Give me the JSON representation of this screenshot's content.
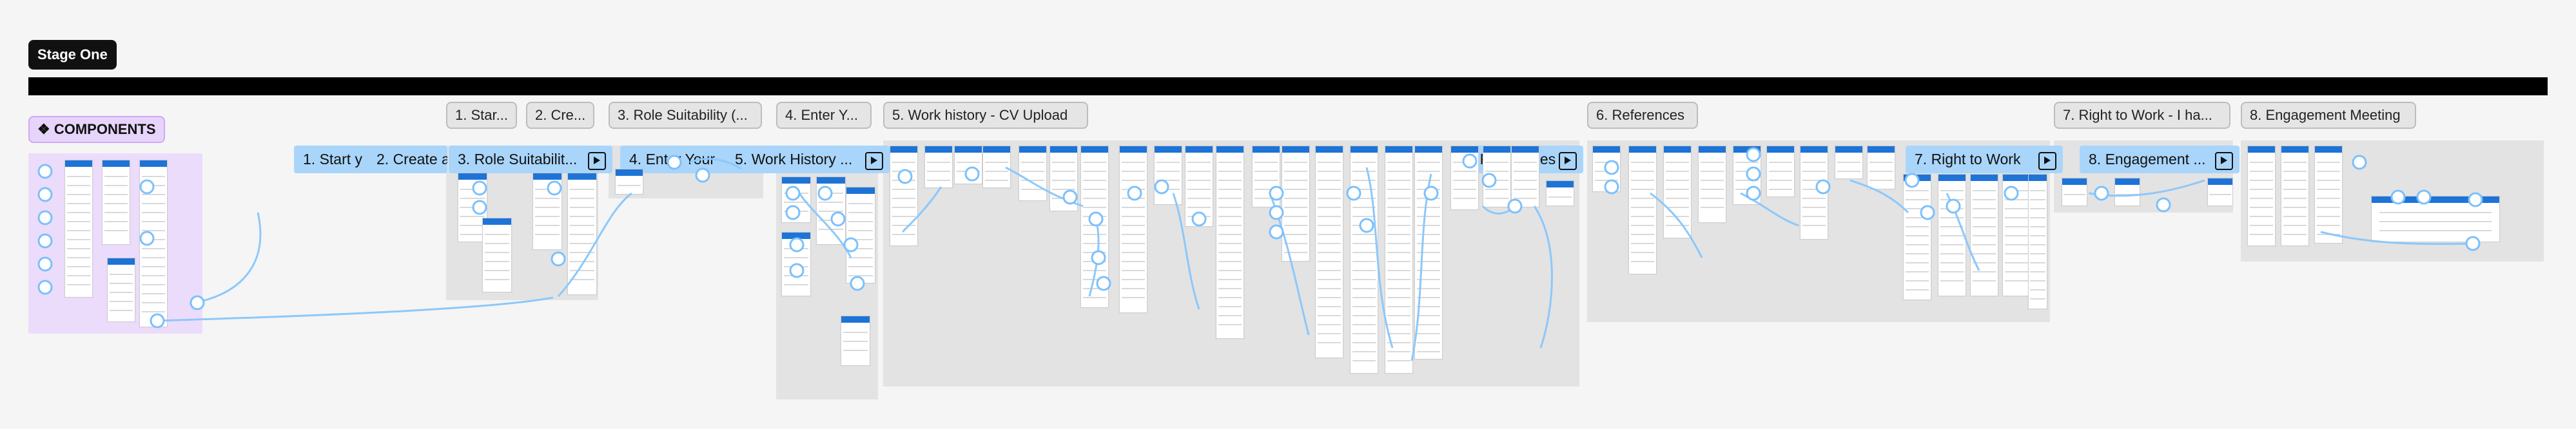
{
  "stage_title": "Stage One",
  "components_label": "❖ COMPONENTS",
  "frame_labels": [
    "1. Star...",
    "2. Cre...",
    "3. Role Suitability (...",
    "4. Enter Y...",
    "5. Work history - CV Upload",
    "6. References",
    "7. Right to Work - I ha...",
    "8. Engagement Meeting"
  ],
  "flow_pills": [
    "1. Start y",
    "2. Create a",
    "3. Role Suitabilit...",
    "4. Enter Your",
    "5. Work History ...",
    "6. References",
    "7. Right to Work",
    "8. Engagement ..."
  ],
  "icons": [
    "play-frame-icon"
  ],
  "colors": {
    "background": "#f5f5f5",
    "flow_blue": "#a9d5fb",
    "wire_blue": "#7cc0fb",
    "component_purple": "#ecdcfb",
    "section_gray": "#e3e3e3"
  }
}
